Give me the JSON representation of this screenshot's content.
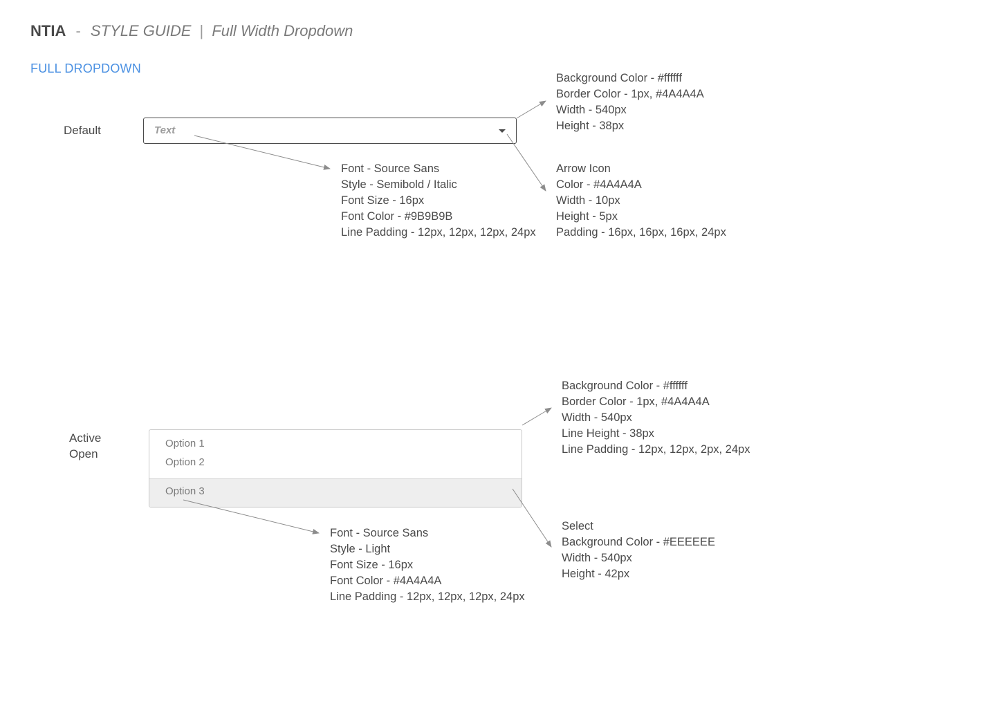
{
  "header": {
    "brand": "NTIA",
    "separator": "-",
    "guide": "STYLE GUIDE",
    "pipe": "|",
    "subtitle": "Full Width Dropdown"
  },
  "section_title": "FULL DROPDOWN",
  "default_row": {
    "label": "Default",
    "dropdown": {
      "placeholder": "Text"
    },
    "specs": {
      "box": [
        "Background Color - #ffffff",
        "Border Color - 1px, #4A4A4A",
        "Width - 540px",
        "Height - 38px"
      ],
      "font": [
        "Font - Source Sans",
        "Style - Semibold / Italic",
        "Font Size - 16px",
        "Font Color - #9B9B9B",
        "Line Padding - 12px, 12px, 12px, 24px"
      ],
      "arrow": [
        "Arrow Icon",
        "Color - #4A4A4A",
        "Width - 10px",
        "Height - 5px",
        "Padding - 16px, 16px, 16px, 24px"
      ]
    }
  },
  "open_row": {
    "label_line1": "Active",
    "label_line2": "Open",
    "options": [
      "Option 1",
      "Option 2",
      "Option 3"
    ],
    "specs": {
      "box": [
        "Background Color - #ffffff",
        "Border Color - 1px, #4A4A4A",
        "Width - 540px",
        "Line Height - 38px",
        "Line Padding - 12px, 12px, 2px, 24px"
      ],
      "font": [
        "Font - Source Sans",
        "Style - Light",
        "Font Size - 16px",
        "Font Color - #4A4A4A",
        "Line Padding - 12px, 12px, 12px, 24px"
      ],
      "select": [
        "Select",
        "Background Color - #EEEEEE",
        "Width - 540px",
        "Height - 42px"
      ]
    }
  },
  "colors": {
    "accent": "#4A90E2",
    "text": "#4A4A4A",
    "placeholder": "#9B9B9B",
    "select_bg": "#EEEEEE",
    "arrow_line": "#8c8c8c"
  }
}
